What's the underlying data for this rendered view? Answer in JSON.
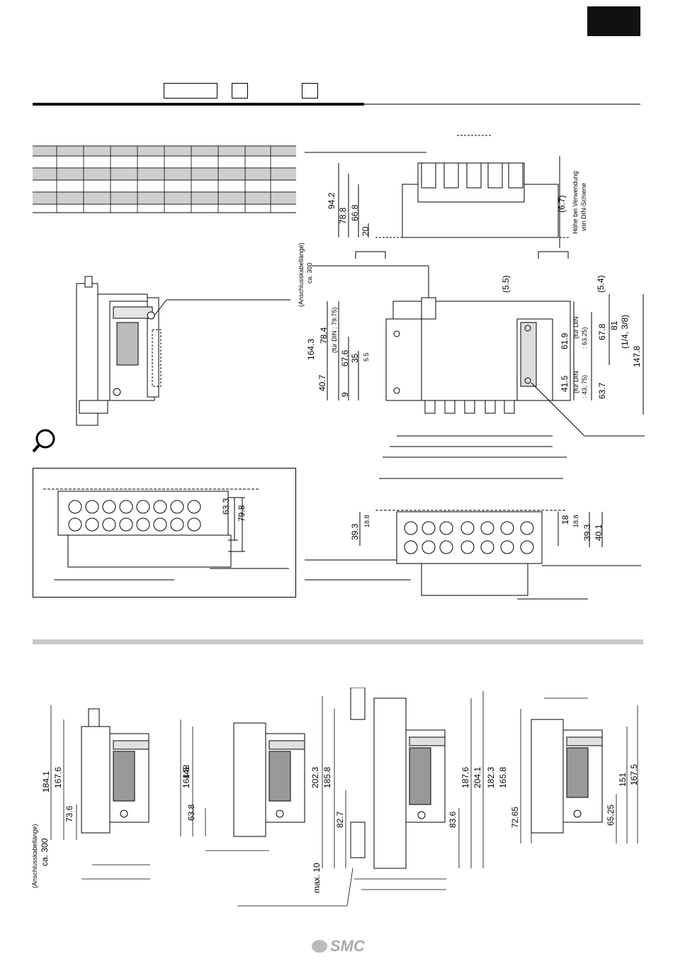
{
  "page": {
    "tab_color": "#111111",
    "logo_text": "SMC",
    "header_boxes": [
      "",
      "",
      ""
    ]
  },
  "main_side": {
    "label_cable_length": "(Anschlusskabellänge)",
    "label_ca300": "ca. 300",
    "label_din_height_1": "Höhe bei Verwendung",
    "label_din_height_2": "von DIN-Schiene",
    "dims_left": [
      "164.3",
      "78.4",
      "67.6",
      "40.7",
      "35",
      "9",
      "5.5"
    ],
    "din_note_left": "(für DIN : 79.75)",
    "dims_top": [
      "94.2",
      "78.8",
      "66.8",
      "20",
      "(6.7)"
    ],
    "dims_right": [
      "(5.5)",
      "(5.4)",
      "61.9",
      "67.8",
      "81",
      "(1/4, 3/8)",
      "147.8",
      "41.5",
      "63.7"
    ],
    "din_note_r1": [
      "(für DIN",
      ": 63.25)"
    ],
    "din_note_r2": [
      "(für DIN",
      ": 43, 75)"
    ]
  },
  "inset": {
    "dims": [
      "63.3",
      "79.8"
    ]
  },
  "bottom_right_view": {
    "dims": [
      "39.3",
      "18.8",
      "18",
      "18.8",
      "39.3",
      "40.1"
    ]
  },
  "bottom_row": {
    "label_cable_length": "(Anschlusskabellänge)",
    "label_ca300": "ca. 300",
    "label_max10": "max. 10",
    "view1": [
      "184.1",
      "167.6",
      "73.6"
    ],
    "view2": [
      "164.5",
      "148",
      "63.8"
    ],
    "view3": [
      "202.3",
      "185.8",
      "82.7",
      "187.6",
      "204.1",
      "83.6"
    ],
    "view4": [
      "182.3",
      "165.8",
      "72.65",
      "65.25",
      "151",
      "167.5"
    ]
  }
}
